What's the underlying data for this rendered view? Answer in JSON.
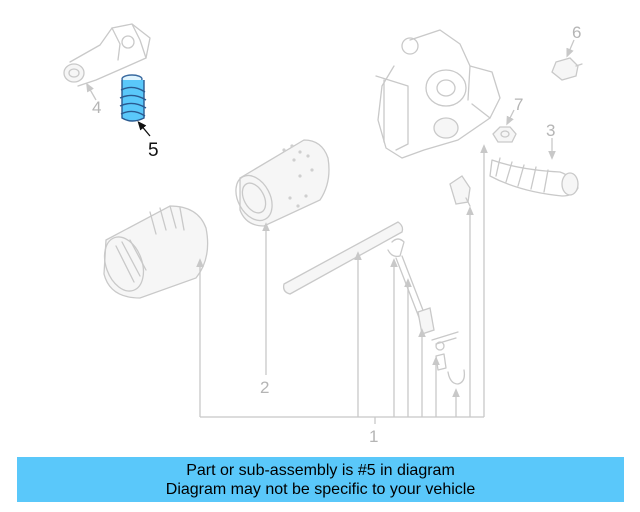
{
  "diagram": {
    "callouts": {
      "c1": "1",
      "c2": "2",
      "c3": "3",
      "c4": "4",
      "c5": "5",
      "c6": "6",
      "c7": "7"
    },
    "highlight_color": "#5ac8fa",
    "highlighted_part": "5"
  },
  "banner": {
    "line1": "Part or sub-assembly is #5 in diagram",
    "line2": "Diagram may not be specific to your vehicle",
    "background": "#5ac8fa"
  }
}
